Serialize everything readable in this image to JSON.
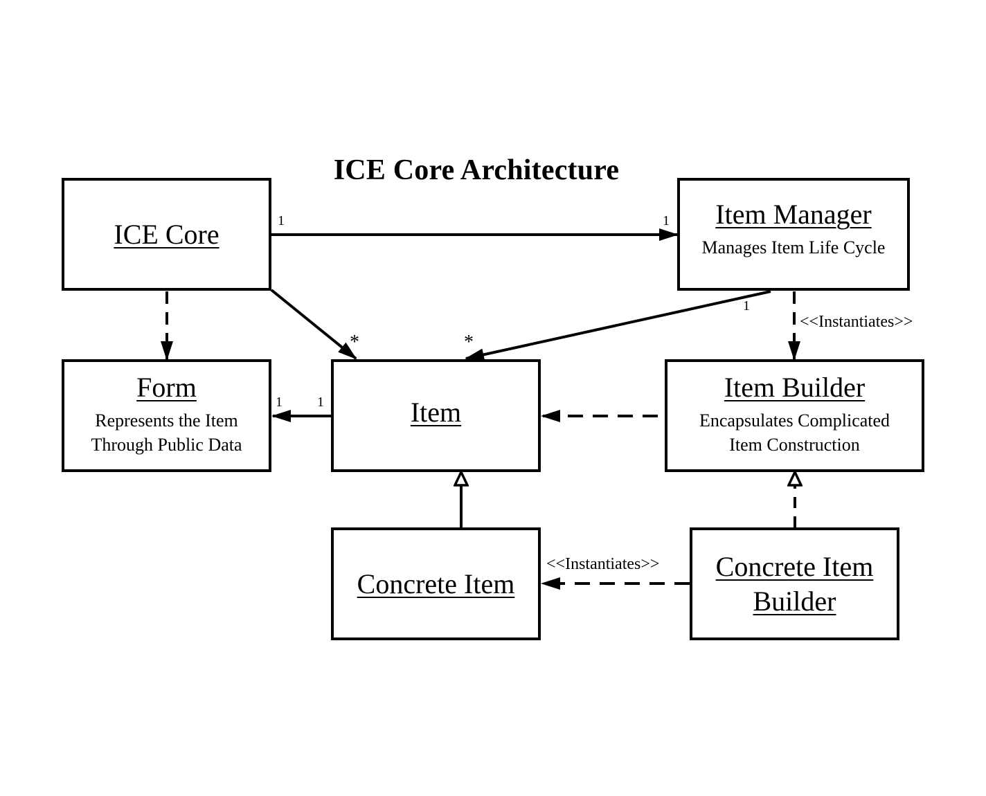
{
  "diagram": {
    "title": "ICE Core Architecture",
    "classes": {
      "ice_core": {
        "name": "ICE Core"
      },
      "item_manager": {
        "name": "Item Manager",
        "description": "Manages Item Life Cycle"
      },
      "form": {
        "name": "Form",
        "description": "Represents the Item\nThrough Public Data"
      },
      "item": {
        "name": "Item"
      },
      "item_builder": {
        "name": "Item Builder",
        "description": "Encapsulates Complicated\nItem Construction"
      },
      "concrete_item": {
        "name": "Concrete Item"
      },
      "concrete_item_builder": {
        "name": "Concrete Item\nBuilder"
      }
    },
    "relations": {
      "core_to_manager": {
        "from_multiplicity": "1",
        "to_multiplicity": "1"
      },
      "core_to_item": {
        "to_multiplicity": "*"
      },
      "manager_to_item": {
        "from_multiplicity": "1",
        "to_multiplicity": "*"
      },
      "item_to_form": {
        "from_multiplicity": "1",
        "to_multiplicity": "1"
      },
      "manager_to_builder": {
        "stereotype": "<<Instantiates>>"
      },
      "concrete_builder_to_concrete_item": {
        "stereotype": "<<Instantiates>>"
      }
    }
  }
}
